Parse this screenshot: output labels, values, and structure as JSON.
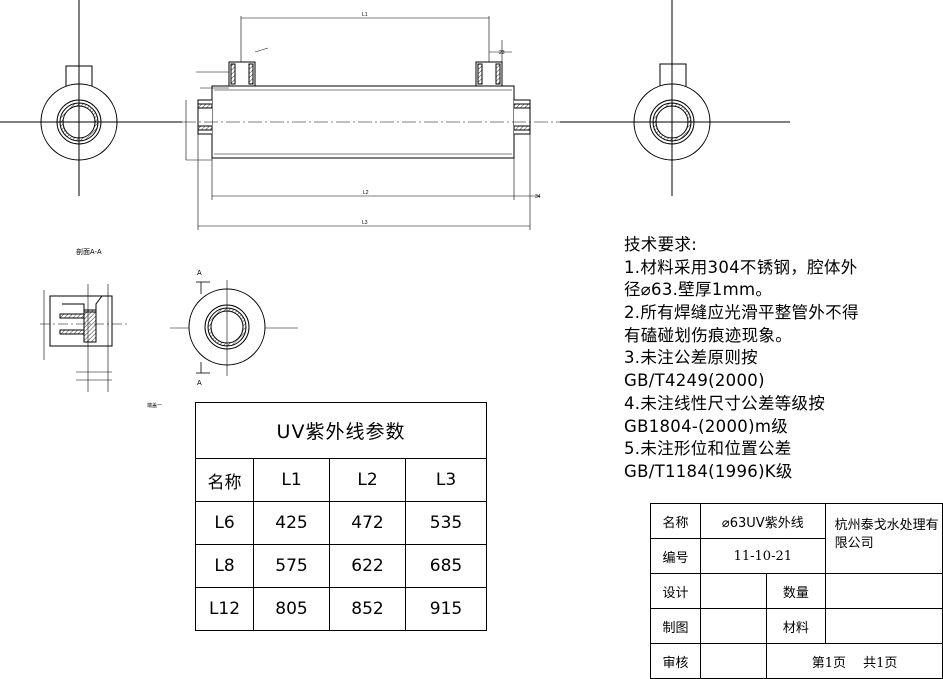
{
  "drawing": {
    "dim_l1": "L1",
    "dim_l2": "L2",
    "dim_l3": "L3",
    "dim_23": "23",
    "dim_34": "34",
    "section_label": "剖面A-A",
    "section_marker": "A",
    "end_cap_label": "端盖一"
  },
  "tech_requirements": {
    "lines": [
      "技术要求:",
      "1.材料采用304不锈钢，腔体外",
      "径⌀63.壁厚1mm。",
      "2.所有焊缝应光滑平整管外不得",
      "有磕碰划伤痕迹现象。",
      "3.未注公差原则按",
      "GB/T4249(2000)",
      "4.未注线性尺寸公差等级按",
      "GB1804-(2000)m级",
      "5.未注形位和位置公差",
      "GB/T1184(1996)K级"
    ]
  },
  "uv_table": {
    "title": "UV紫外线参数",
    "headers": [
      "名称",
      "L1",
      "L2",
      "L3"
    ],
    "rows": [
      [
        "L6",
        "425",
        "472",
        "535"
      ],
      [
        "L8",
        "575",
        "622",
        "685"
      ],
      [
        "L12",
        "805",
        "852",
        "915"
      ]
    ]
  },
  "title_block": {
    "name_label": "名称",
    "name_value": "⌀63UV紫外线",
    "company": "杭州泰戈水处理有限公司",
    "number_label": "编号",
    "number_value": "11-10-21",
    "design_label": "设计",
    "quantity_label": "数量",
    "draw_label": "制图",
    "material_label": "材料",
    "review_label": "审核",
    "page_info": "第1页　 共1页"
  }
}
